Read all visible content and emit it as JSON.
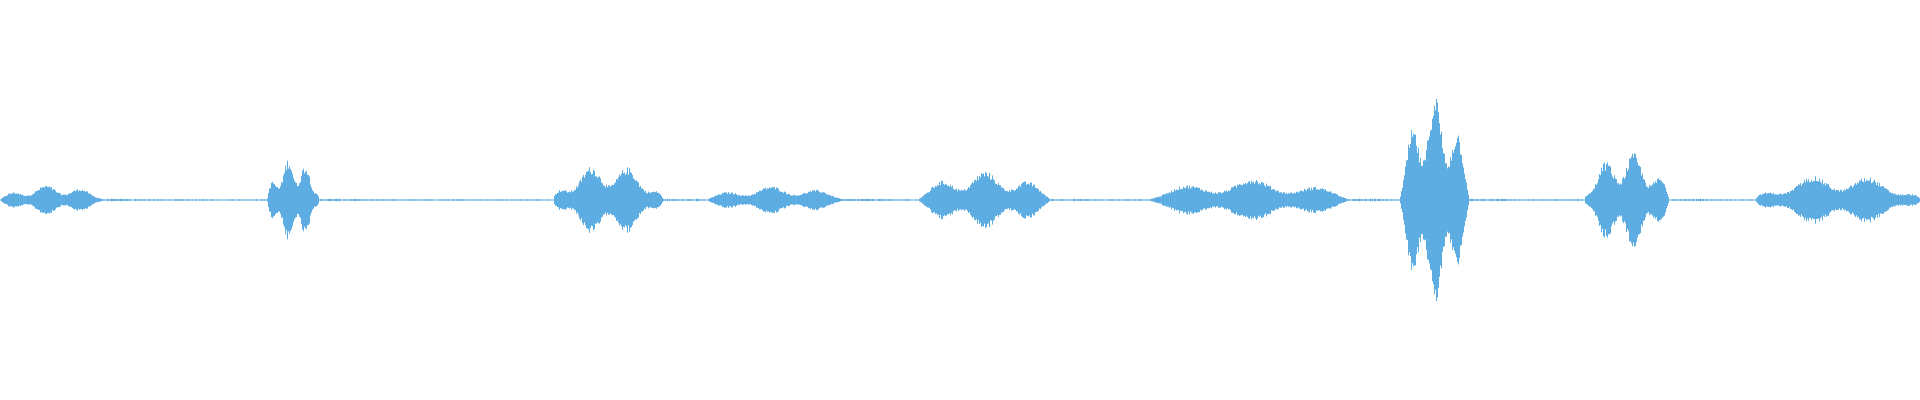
{
  "waveform": {
    "color": "#5dade2",
    "background": "#ffffff",
    "sample_count": 1920,
    "segments": [
      {
        "start": 0.0,
        "end": 0.054,
        "peak": 0.14
      },
      {
        "start": 0.139,
        "end": 0.166,
        "peak": 0.4
      },
      {
        "start": 0.288,
        "end": 0.345,
        "peak": 0.34
      },
      {
        "start": 0.368,
        "end": 0.44,
        "peak": 0.13
      },
      {
        "start": 0.478,
        "end": 0.547,
        "peak": 0.27
      },
      {
        "start": 0.598,
        "end": 0.702,
        "peak": 0.2
      },
      {
        "start": 0.729,
        "end": 0.765,
        "peak": 1.0
      },
      {
        "start": 0.825,
        "end": 0.869,
        "peak": 0.45
      },
      {
        "start": 0.914,
        "end": 1.0,
        "peak": 0.24
      }
    ]
  }
}
